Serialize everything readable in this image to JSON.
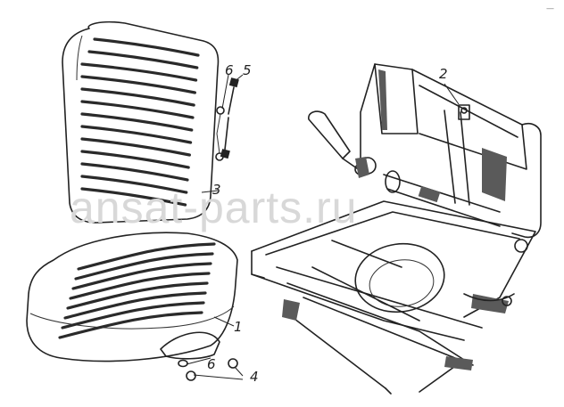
{
  "callouts": [
    {
      "id": "1",
      "text": "1"
    },
    {
      "id": "2",
      "text": "2"
    },
    {
      "id": "3",
      "text": "3"
    },
    {
      "id": "4",
      "text": "4"
    },
    {
      "id": "5",
      "text": "5"
    },
    {
      "id": "6a",
      "text": "6"
    },
    {
      "id": "6b",
      "text": "6"
    }
  ],
  "watermark": "ansat-parts.ru",
  "corner_mark": "—"
}
